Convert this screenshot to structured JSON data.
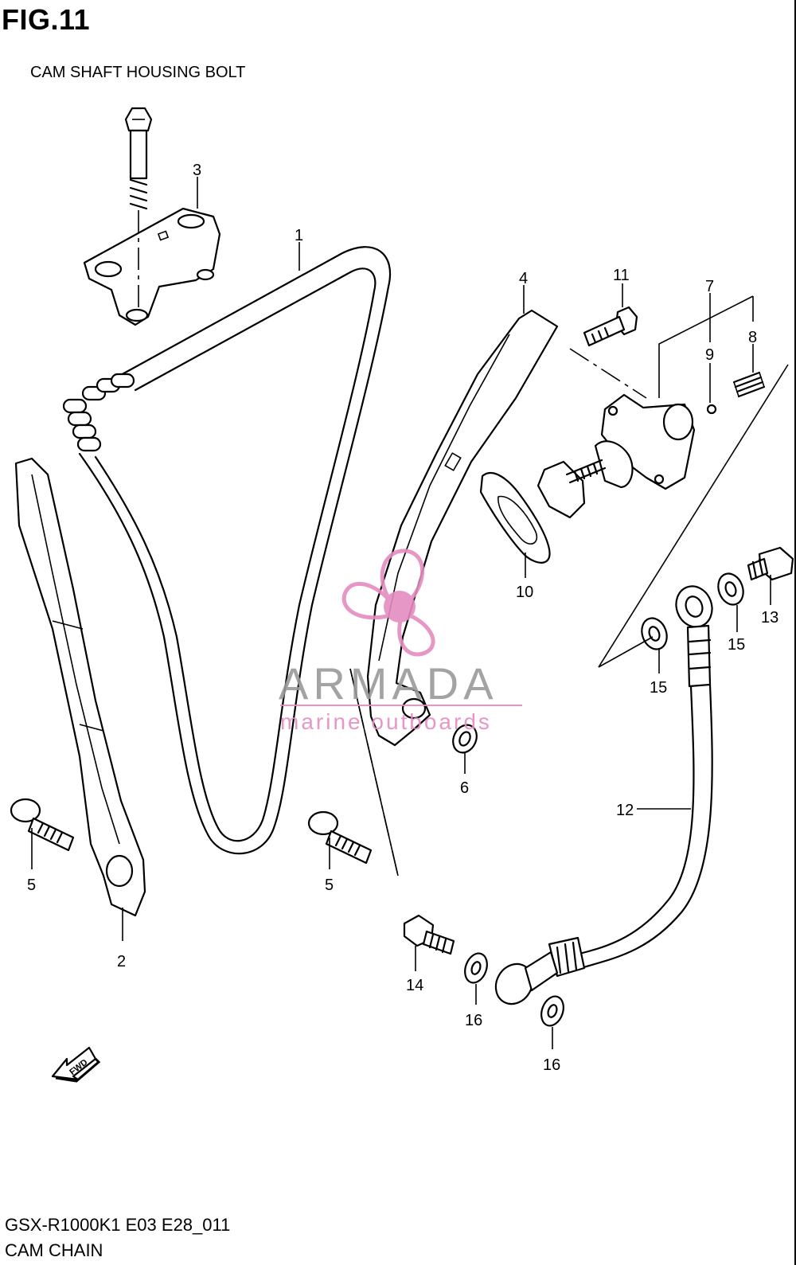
{
  "header": {
    "fig_title": "FIG.11"
  },
  "subtitle": "CAM SHAFT HOUSING BOLT",
  "footer": {
    "model": "GSX-R1000K1 E03 E28_011",
    "name": "CAM CHAIN"
  },
  "watermark": {
    "brand": "ARMADA",
    "tagline": "marine outboards",
    "color_pink": "#e58cbf",
    "color_gray": "#9a9a9a"
  },
  "fwd_arrow": {
    "label": "FWD"
  },
  "callouts": {
    "c1": "1",
    "c2": "2",
    "c3": "3",
    "c4": "4",
    "c5a": "5",
    "c5b": "5",
    "c6": "6",
    "c7": "7",
    "c8": "8",
    "c9": "9",
    "c10": "10",
    "c11": "11",
    "c12": "12",
    "c13": "13",
    "c14": "14",
    "c15a": "15",
    "c15b": "15",
    "c16a": "16",
    "c16b": "16"
  }
}
